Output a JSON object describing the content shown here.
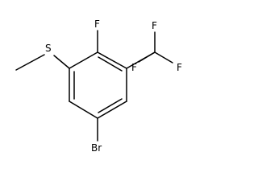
{
  "molecule": {
    "atoms": {
      "sulfur": "S",
      "fluorine_ring": "F",
      "fluorine_cf3_top": "F",
      "fluorine_cf3_left": "F",
      "fluorine_cf3_right": "F",
      "bromine": "Br"
    },
    "colors": {
      "bond": "#000000",
      "label": "#000000",
      "background": "#ffffff"
    }
  }
}
